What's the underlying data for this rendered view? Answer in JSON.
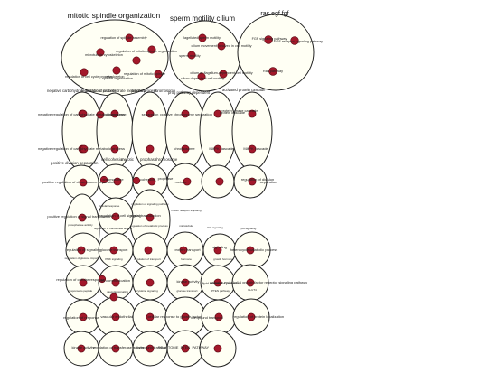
{
  "clusters": {
    "mitotic_spindle": {
      "title": "mitotic spindle organization",
      "labels": [
        "regulation of spindle assembly",
        "microtubule cytoskeleton",
        "regulation of mitotic spindle organization",
        "regulation of mitotic spindle",
        "spindle organization",
        "regulation of cell cycle process",
        "cytoskeleton"
      ]
    },
    "sperm_motility": {
      "title": "sperm motility cilium",
      "labels": [
        "flagellated sperm motility",
        "cilium movement involved in cell motility",
        "sperm motility",
        "cilium or flagellum-dependent cell motility",
        "cilium dependent cell motility"
      ]
    },
    "ras_egf": {
      "title": "ras egf fgf",
      "labels": [
        "FGF signaling pathway",
        "EGF receptor signaling pathway",
        "Ras pathway"
      ]
    }
  },
  "row_headers": [
    "negative carbohydrate metabolic process",
    "regulation of carbohydrate metabolic process",
    "prophase",
    "chromosome",
    "prog pathway dependent",
    "activated protein cascade"
  ],
  "row_headers_2": [
    "positive division separation",
    "cell",
    "cohesion",
    "meiotic",
    "prophase",
    "chromosome"
  ],
  "grid_labels": [
    "negative regulation of carbohydrate metabolic process",
    "chromosome",
    "separation",
    "positive chromosome separation",
    "protein cascade",
    "negative regulation of carbohydrate metabolic process",
    "chromosome",
    "MAPK cascade",
    "protein kinase cascade",
    "MAPK cascade",
    "positive regulation of chromosome separation",
    "chromosome",
    "cohesion",
    "prophase",
    "meiotic",
    "regulation of division",
    "separation",
    "positive regulation of signal transduction",
    "regulation of cell signaling",
    "signal transduction",
    "regulation of signaling",
    "glucose transport",
    "protein transport",
    "signaling",
    "heterocycle catabolic process",
    "regulation of cellular response",
    "cell communication",
    "kinase activity",
    "lipid metabolic process",
    "vascular endothelial growth factor receptor signaling pathway",
    "regulation of response",
    "vascular endothelial",
    "cellular response to growth factor",
    "compound transport",
    "regulation of protein localization",
    "kinase activity",
    "regulation of transferase activity",
    "compound transport",
    "REACTOME_PTEN_PATHWAY"
  ],
  "tiny_labels": [
    "phosphatase activity",
    "regulation of transferase activity",
    "regulation of metabolic process",
    "microtubule",
    "IGF signaling",
    "pid signaling",
    "insulin receptor signaling",
    "cellular response",
    "regulation of signaling pathway",
    "regulation of glucose import",
    "PI3K signaling",
    "regulation of transport",
    "hormone",
    "growth hormone",
    "response to peptide",
    "vascular signaling",
    "cytokine signaling",
    "glucose transport",
    "PTEN pathway",
    "GLUT4"
  ]
}
